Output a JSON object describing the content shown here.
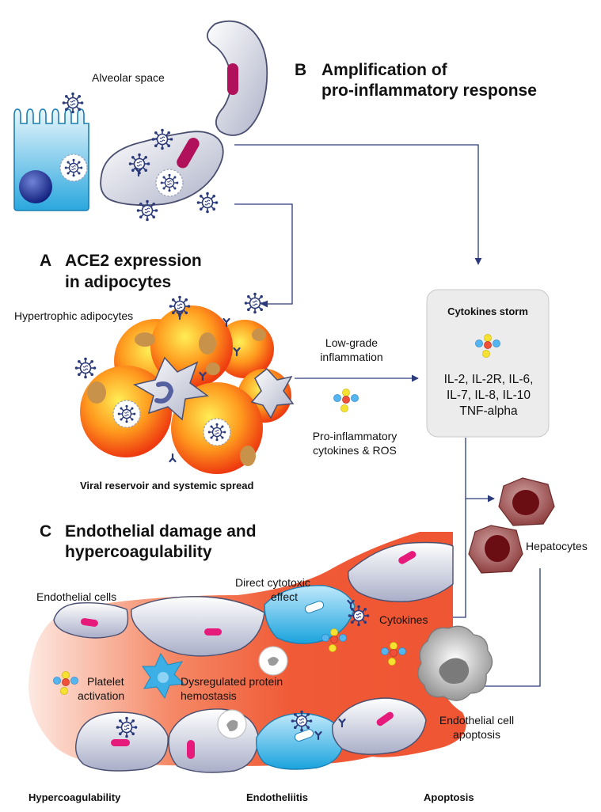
{
  "labels": {
    "alveolar_space": "Alveolar space",
    "hypertrophic_adipocytes": "Hypertrophic adipocytes",
    "low_grade_1": "Low-grade",
    "low_grade_2": "inflammation",
    "proinflam_1": "Pro-inflammatory",
    "proinflam_2": "cytokines & ROS",
    "viral_reservoir": "Viral reservoir and systemic spread",
    "hepatocytes": "Hepatocytes",
    "endothelial_cells": "Endothelial cells",
    "direct_cyto_1": "Direct cytotoxic",
    "direct_cyto_2": "effect",
    "cytokines": "Cytokines",
    "platelet_1": "Platelet",
    "platelet_2": "activation",
    "dysreg_1": "Dysregulated protein",
    "dysreg_2": "hemostasis",
    "apoptosis_cell_1": "Endothelial cell",
    "apoptosis_cell_2": "apoptosis"
  },
  "sections": {
    "a_letter": "A",
    "a_title_1": "ACE2 expression",
    "a_title_2": "in adipocytes",
    "b_letter": "B",
    "b_title_1": "Amplification of",
    "b_title_2": "pro-inflammatory response",
    "c_letter": "C",
    "c_title_1": "Endothelial damage and",
    "c_title_2": "hypercoagulability"
  },
  "storm": {
    "title": "Cytokines storm",
    "line1": "IL-2, IL-2R, IL-6,",
    "line2": "IL-7, IL-8, IL-10",
    "line3": "TNF-alpha"
  },
  "footer": {
    "left": "Hypercoagulability",
    "mid": "Endotheliitis",
    "right": "Apoptosis"
  },
  "colors": {
    "arrow": "#2b3a7a",
    "virus": "#2b3a7a",
    "nucleus": "#b0115a",
    "vessel_red": "#f05a36",
    "storm_box": "#ececec"
  }
}
